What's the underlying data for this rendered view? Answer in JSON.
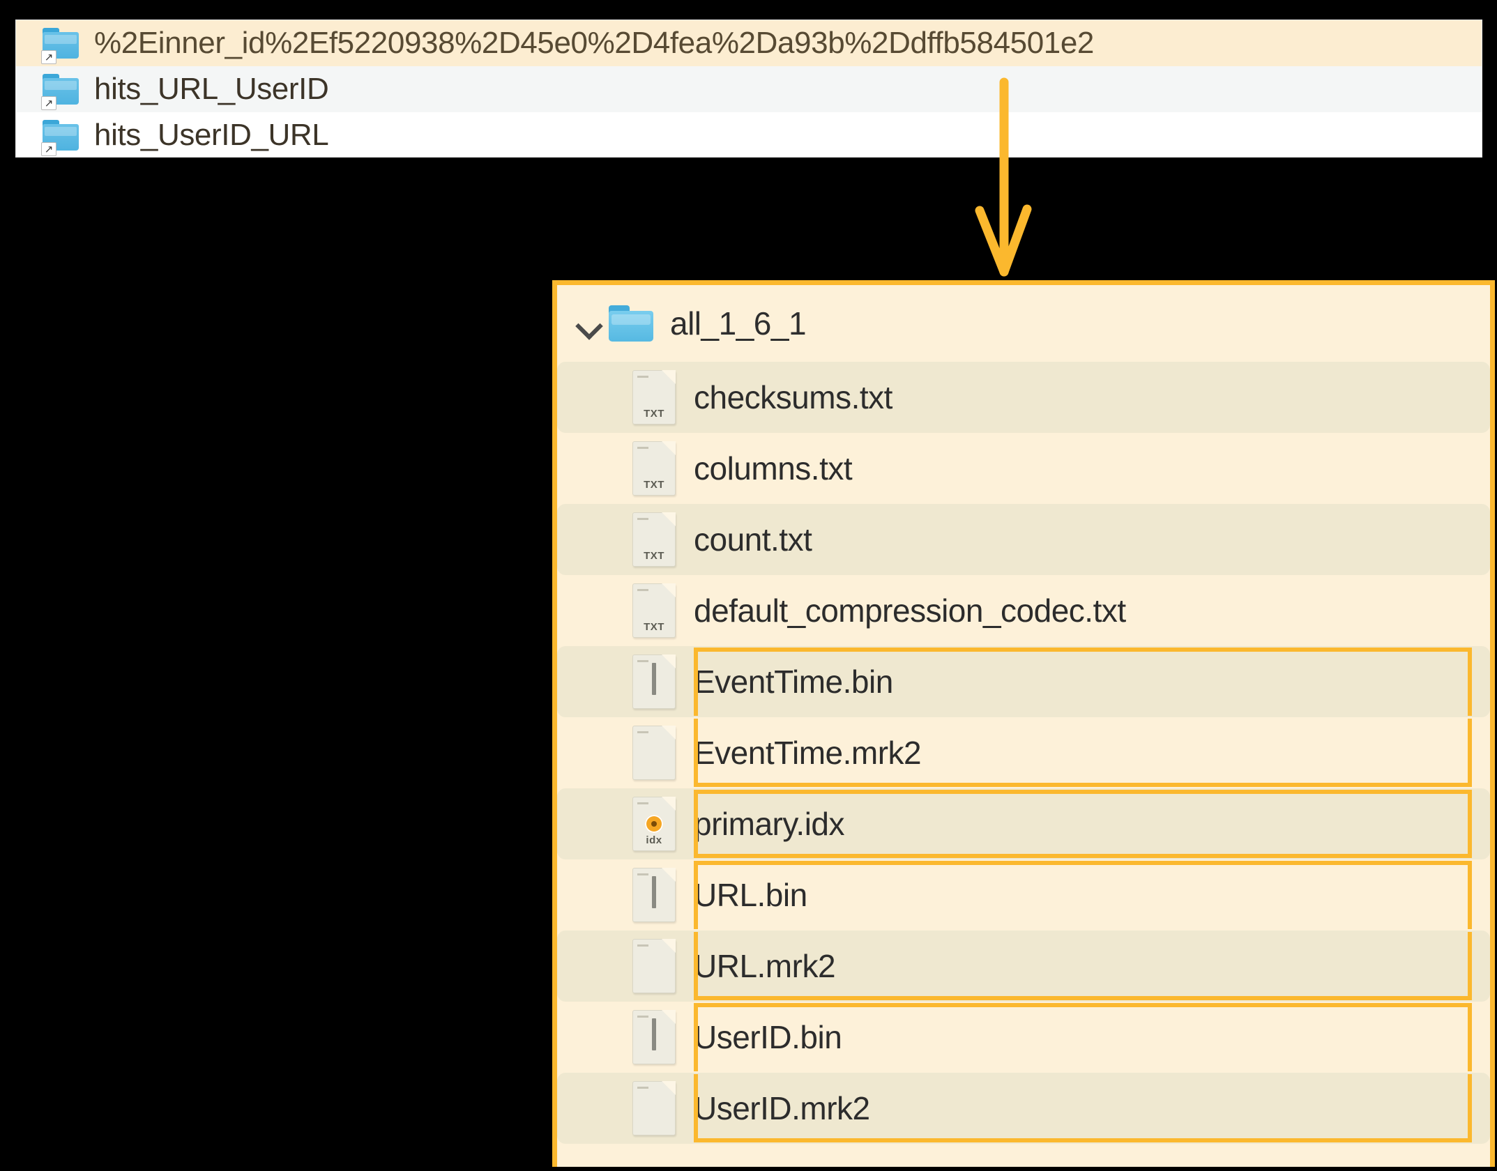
{
  "top_panel": {
    "rows": [
      {
        "label": "%2Einner_id%2Ef5220938%2D45e0%2D4fea%2Da93b%2Ddffb584501e2",
        "icon": "folder-shortcut-icon",
        "state": "selected"
      },
      {
        "label": "hits_URL_UserID",
        "icon": "folder-shortcut-icon",
        "state": "alt"
      },
      {
        "label": "hits_UserID_URL",
        "icon": "folder-shortcut-icon",
        "state": "plain"
      }
    ]
  },
  "annotation": {
    "arrow_color": "#fbb82e",
    "highlight_color": "#fbb82e",
    "arrow_name": "down-arrow-annotation"
  },
  "main_panel": {
    "folder": {
      "name": "all_1_6_1",
      "expanded": true,
      "chevron": "chevron-down-icon",
      "icon": "folder-icon"
    },
    "files": [
      {
        "name": "checksums.txt",
        "icon": "txt-file-icon",
        "ext": "TXT",
        "shade": true,
        "highlight": "none"
      },
      {
        "name": "columns.txt",
        "icon": "txt-file-icon",
        "ext": "TXT",
        "shade": false,
        "highlight": "none"
      },
      {
        "name": "count.txt",
        "icon": "txt-file-icon",
        "ext": "TXT",
        "shade": true,
        "highlight": "none"
      },
      {
        "name": "default_compression_codec.txt",
        "icon": "txt-file-icon",
        "ext": "TXT",
        "shade": false,
        "highlight": "none"
      },
      {
        "name": "EventTime.bin",
        "icon": "bin-file-icon",
        "ext": "",
        "shade": true,
        "highlight": "top"
      },
      {
        "name": "EventTime.mrk2",
        "icon": "blank-file-icon",
        "ext": "",
        "shade": false,
        "highlight": "bottom"
      },
      {
        "name": "primary.idx",
        "icon": "idx-file-icon",
        "ext": "idx",
        "shade": true,
        "highlight": "both"
      },
      {
        "name": "URL.bin",
        "icon": "bin-file-icon",
        "ext": "",
        "shade": false,
        "highlight": "top"
      },
      {
        "name": "URL.mrk2",
        "icon": "blank-file-icon",
        "ext": "",
        "shade": true,
        "highlight": "bottom"
      },
      {
        "name": "UserID.bin",
        "icon": "bin-file-icon",
        "ext": "",
        "shade": false,
        "highlight": "top"
      },
      {
        "name": "UserID.mrk2",
        "icon": "blank-file-icon",
        "ext": "",
        "shade": true,
        "highlight": "bottom"
      }
    ]
  }
}
